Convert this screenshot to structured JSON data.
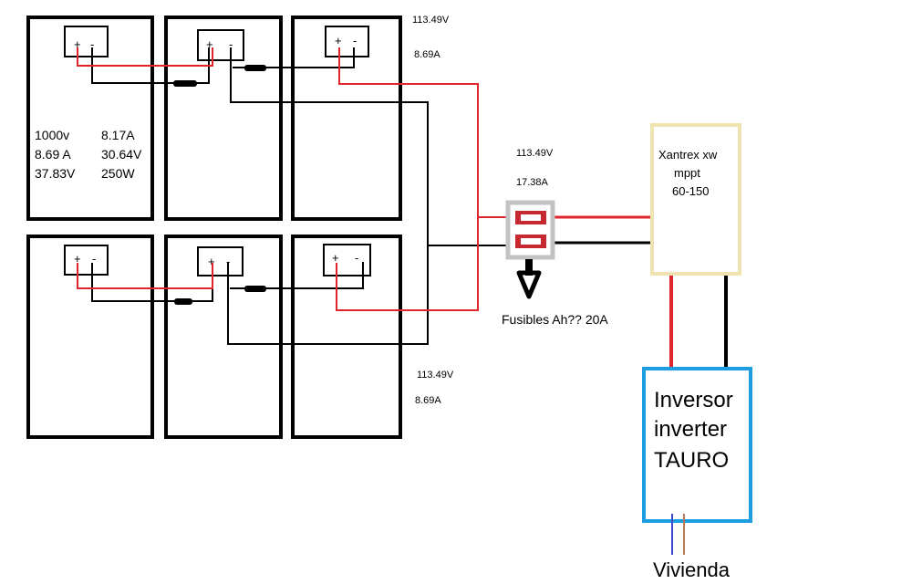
{
  "panel_specs": {
    "line1_a": "1000v",
    "line1_b": "8.17A",
    "line2_a": "8.69 A",
    "line2_b": "30.64V",
    "line3_a": "37.83V",
    "line3_b": "250W"
  },
  "terminals": {
    "plus": "+",
    "minus": "-"
  },
  "string_top": {
    "voltage": "113.49V",
    "current": "8.69A"
  },
  "string_bottom": {
    "voltage": "113.49V",
    "current": "8.69A"
  },
  "combined": {
    "voltage": "113.49V",
    "current": "17.38A"
  },
  "fuses_label": "Fusibles Ah?? 20A",
  "controller": {
    "line1": "Xantrex xw",
    "line2": "mppt",
    "line3": "60-150"
  },
  "inverter": {
    "line1": "Inversor",
    "line2": "inverter",
    "line3": "TAURO"
  },
  "house_label": "Vivienda",
  "colors": {
    "positive_wire": "#e0242b",
    "negative_wire": "#000000",
    "controller_border": "#efe4b0",
    "inverter_border": "#1d9ee0",
    "fuse_box": "#c3c3c3",
    "fuse": "#c62a30",
    "house_blue": "#3f48cc",
    "house_brown": "#b97a57"
  }
}
